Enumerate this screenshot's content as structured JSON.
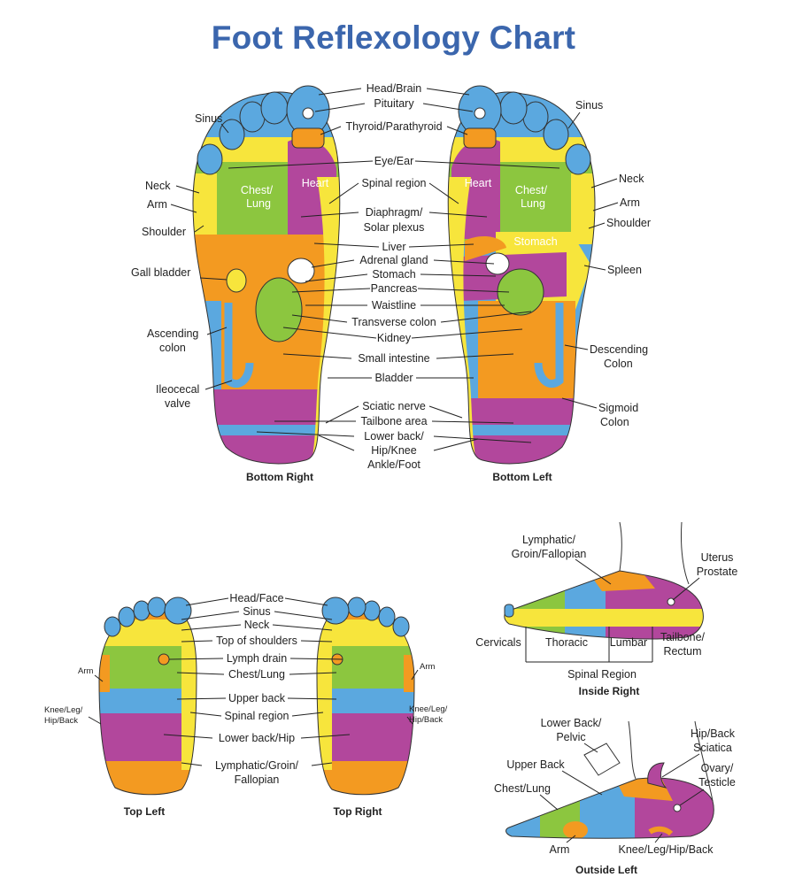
{
  "title": "Foot Reflexology Chart",
  "colors": {
    "title": "#3b66ad",
    "blue": "#5ba8df",
    "yellow": "#f7e53c",
    "orange": "#f39a21",
    "green": "#8cc63f",
    "purple": "#b2479c",
    "white": "#ffffff"
  },
  "bottom": {
    "center_labels": {
      "head_brain": "Head/Brain",
      "pituitary": "Pituitary",
      "thyroid": "Thyroid/Parathyroid",
      "eye_ear": "Eye/Ear",
      "spinal": "Spinal region",
      "diaphragm": "Diaphragm/",
      "solar": "Solar plexus",
      "liver": "Liver",
      "adrenal": "Adrenal gland",
      "stomach": "Stomach",
      "pancreas": "Pancreas",
      "waistline": "Waistline",
      "transverse": "Transverse colon",
      "kidney": "Kidney",
      "small_intestine": "Small intestine",
      "bladder": "Bladder",
      "sciatic": "Sciatic nerve",
      "tailbone": "Tailbone area",
      "lower_back": "Lower back/",
      "hip_knee": "Hip/Knee",
      "ankle_foot": "Ankle/Foot"
    },
    "left_side": {
      "sinus": "Sinus",
      "neck": "Neck",
      "arm": "Arm",
      "shoulder": "Shoulder",
      "gall": "Gall bladder",
      "ascending_1": "Ascending",
      "ascending_2": "colon",
      "ileo_1": "Ileocecal",
      "ileo_2": "valve"
    },
    "right_side": {
      "sinus": "Sinus",
      "neck": "Neck",
      "arm": "Arm",
      "shoulder": "Shoulder",
      "spleen": "Spleen",
      "descending_1": "Descending",
      "descending_2": "Colon",
      "sigmoid_1": "Sigmoid",
      "sigmoid_2": "Colon"
    },
    "in_zone": {
      "chest": "Chest/",
      "lung": "Lung",
      "heart": "Heart",
      "stomach": "Stomach"
    },
    "captions": {
      "right": "Bottom Right",
      "left": "Bottom Left"
    }
  },
  "top": {
    "center_labels": {
      "head_face": "Head/Face",
      "sinus": "Sinus",
      "neck": "Neck",
      "shoulders": "Top of shoulders",
      "lymph": "Lymph drain",
      "chest": "Chest/Lung",
      "upper_back": "Upper back",
      "spinal": "Spinal region",
      "lower_back": "Lower back/Hip",
      "lymph_groin": "Lymphatic/Groin/",
      "fallopian": "Fallopian"
    },
    "side_labels": {
      "arm": "Arm",
      "knee_1": "Knee/Leg/",
      "knee_2": "Hip/Back"
    },
    "captions": {
      "left": "Top Left",
      "right": "Top Right"
    }
  },
  "inside": {
    "lymph_1": "Lymphatic/",
    "lymph_2": "Groin/Fallopian",
    "uterus": "Uterus",
    "prostate": "Prostate",
    "cervicals": "Cervicals",
    "thoracic": "Thoracic",
    "lumbar": "Lumbar",
    "tailbone_1": "Tailbone/",
    "tailbone_2": "Rectum",
    "spinal_region": "Spinal Region",
    "caption": "Inside Right"
  },
  "outside": {
    "lower_back_1": "Lower Back/",
    "lower_back_2": "Pelvic",
    "hip_1": "Hip/Back",
    "hip_2": "Sciatica",
    "upper_back": "Upper Back",
    "ovary_1": "Ovary/",
    "ovary_2": "Testicle",
    "chest": "Chest/Lung",
    "arm": "Arm",
    "knee": "Knee/Leg/Hip/Back",
    "caption": "Outside Left"
  }
}
